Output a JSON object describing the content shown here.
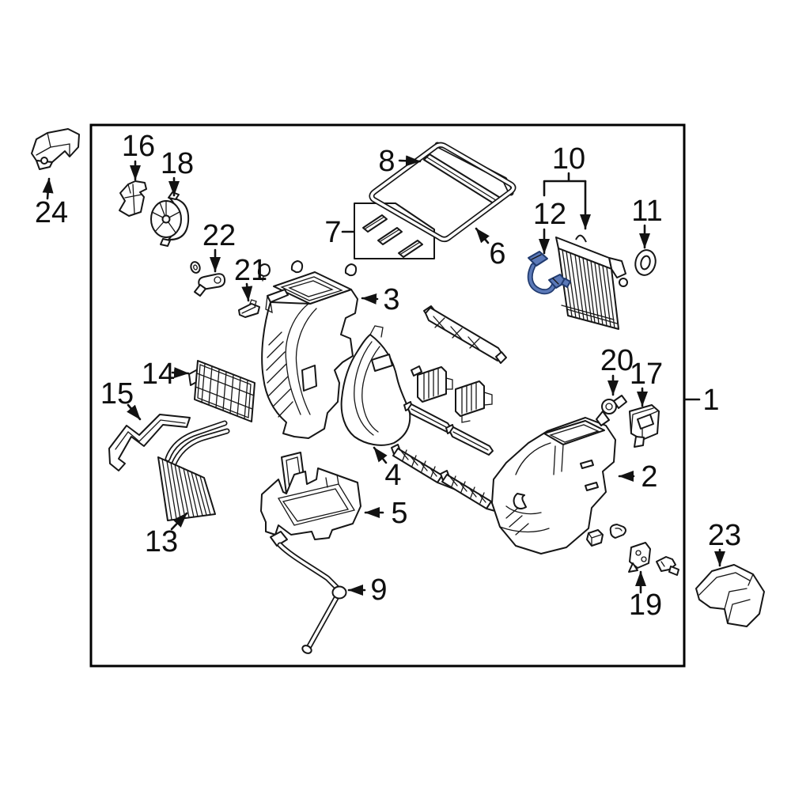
{
  "colors": {
    "background": "#ffffff",
    "frame_stroke": "#000000",
    "line": "#161616",
    "highlight_fill": "#5b79b8",
    "highlight_stroke": "#203a6e"
  },
  "callouts": [
    {
      "number": "1"
    },
    {
      "number": "2"
    },
    {
      "number": "3"
    },
    {
      "number": "4"
    },
    {
      "number": "5"
    },
    {
      "number": "6"
    },
    {
      "number": "7"
    },
    {
      "number": "8"
    },
    {
      "number": "9"
    },
    {
      "number": "10"
    },
    {
      "number": "11"
    },
    {
      "number": "12"
    },
    {
      "number": "13"
    },
    {
      "number": "14"
    },
    {
      "number": "15"
    },
    {
      "number": "16"
    },
    {
      "number": "17"
    },
    {
      "number": "18"
    },
    {
      "number": "19"
    },
    {
      "number": "20"
    },
    {
      "number": "21"
    },
    {
      "number": "22"
    },
    {
      "number": "23"
    },
    {
      "number": "24"
    }
  ]
}
